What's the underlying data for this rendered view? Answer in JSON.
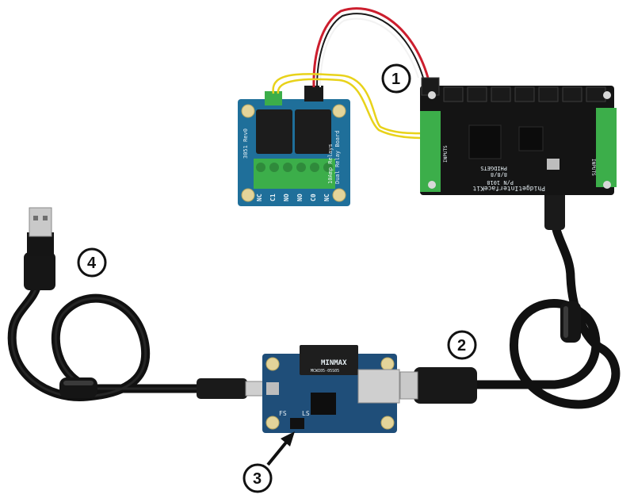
{
  "callouts": [
    {
      "id": "callout-1",
      "label": "1"
    },
    {
      "id": "callout-2",
      "label": "2"
    },
    {
      "id": "callout-3",
      "label": "3"
    },
    {
      "id": "callout-4",
      "label": "4"
    }
  ],
  "relay_board": {
    "title_line1": "Dual Relay Board",
    "title_line2": "10Amp Relays",
    "part": "3051 Rev0",
    "terminals": [
      "NC",
      "C1",
      "NO",
      "NO",
      "C0",
      "NC"
    ]
  },
  "interface_kit": {
    "name": "PhidgetInterfaceKit",
    "model": "8/8/8",
    "part": "P/N 1018",
    "brand": "PHIDGETS",
    "label_left": "INPUTS",
    "label_right": "INPUTS"
  },
  "isolator": {
    "brand": "MINMAX",
    "model": "MCWI05-05S05",
    "jumper_fs": "FS",
    "jumper_ls": "LS"
  },
  "colors": {
    "pcb_black": "#141414",
    "pcb_blue": "#1f4e79",
    "terminal_green": "#3cae4a",
    "wire_yellow": "#e8d21a",
    "wire_red": "#cc1e2e",
    "cable_black": "#111111"
  }
}
